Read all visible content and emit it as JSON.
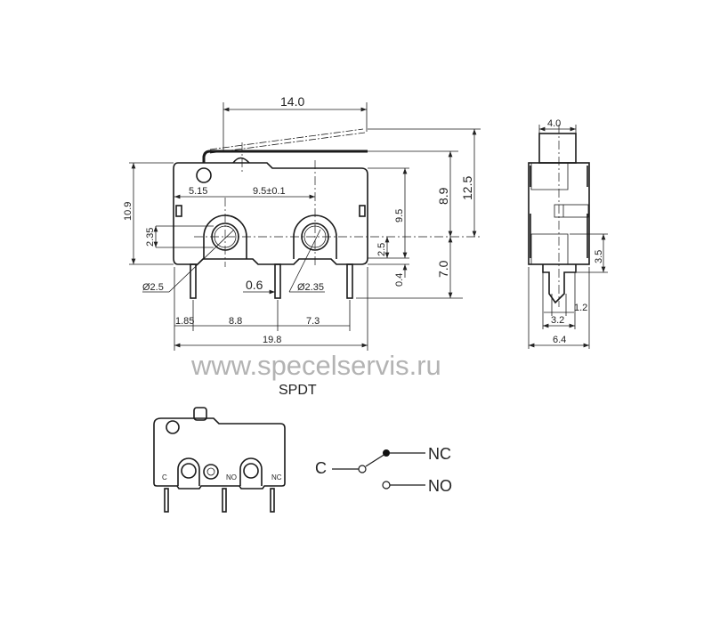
{
  "main_view": {
    "dims": {
      "lever_length": "14.0",
      "total_height": "10.9",
      "lever_height_free": "12.5",
      "lever_height_operated": "8.9",
      "pin_depth": "7.0",
      "hole_height": "9.5",
      "hole_offset": "2.5",
      "pin_gap": "0.4",
      "hole_span": "2.35",
      "left_hole_offset": "5.15",
      "hole_pitch": "9.5±0.1",
      "hole_dia_1": "Ø2.5",
      "pin_width": "0.6",
      "hole_dia_2": "Ø2.35",
      "pin_offset_left": "1.85",
      "pin_pitch_1": "8.8",
      "pin_pitch_2": "7.3",
      "body_length": "19.8"
    }
  },
  "side_view": {
    "dims": {
      "actuator_width": "4.0",
      "pin_height": "3.5",
      "pin_thickness": "1.2",
      "pin_base": "3.2",
      "body_width": "6.4"
    }
  },
  "watermark": "www.specelservis.ru",
  "schematic": {
    "title": "SPDT",
    "pin_labels": [
      "C",
      "NO",
      "NC"
    ],
    "terminal_c": "C",
    "terminal_nc": "NC",
    "terminal_no": "NO"
  }
}
